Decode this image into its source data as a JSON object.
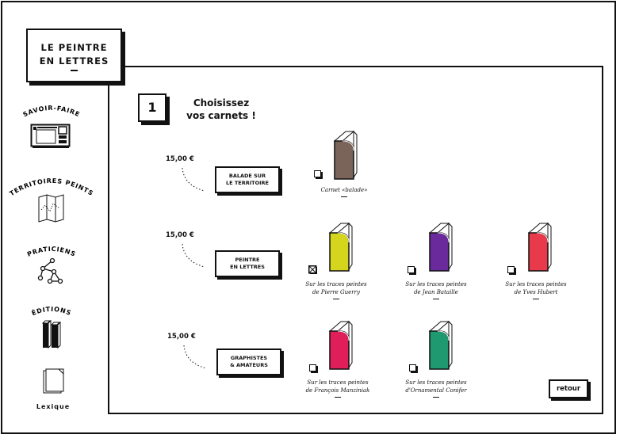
{
  "app": {
    "title_line1": "LE PEINTRE",
    "title_line2": "EN LETTRES"
  },
  "sidebar": {
    "items": [
      {
        "label": "SAVOIR-FAIRE",
        "icon": "video-player-icon"
      },
      {
        "label": "TERRITOIRES PEINTS",
        "icon": "map-icon"
      },
      {
        "label": "PRATICIENS",
        "icon": "network-icon"
      },
      {
        "label": "ÉDITIONS",
        "icon": "books-icon"
      },
      {
        "label": "Lexique",
        "icon": "document-icon"
      }
    ]
  },
  "step": {
    "number": "1",
    "line1": "Choisissez",
    "line2": "vos carnets !"
  },
  "rows": [
    {
      "price": "15,00 €",
      "category_line1": "BALADE SUR",
      "category_line2": "LE TERRITOIRE",
      "items": [
        {
          "caption_line1": "Carnet «balade»",
          "caption_line2": "",
          "color": "#7a6459",
          "checked": false
        }
      ]
    },
    {
      "price": "15,00 €",
      "category_line1": "PEINTRE",
      "category_line2": "EN LETTRES",
      "items": [
        {
          "caption_line1": "Sur les traces peintes",
          "caption_line2": "de Pierre Guerry",
          "color": "#d4d51c",
          "checked": true
        },
        {
          "caption_line1": "Sur les traces peintes",
          "caption_line2": "de Jean Bataille",
          "color": "#6a2a9c",
          "checked": false
        },
        {
          "caption_line1": "Sur les traces peintes",
          "caption_line2": "de Yves Hubert",
          "color": "#e83a4a",
          "checked": false
        }
      ]
    },
    {
      "price": "15,00 €",
      "category_line1": "GRAPHISTES",
      "category_line2": "& AMATEURS",
      "items": [
        {
          "caption_line1": "Sur les traces peintes",
          "caption_line2": "de François Manziniak",
          "color": "#e01e5a",
          "checked": false
        },
        {
          "caption_line1": "Sur les traces peintes",
          "caption_line2": "d'Ornamental Conifer",
          "color": "#1f9a70",
          "checked": false
        }
      ]
    }
  ],
  "retour_label": "retour"
}
